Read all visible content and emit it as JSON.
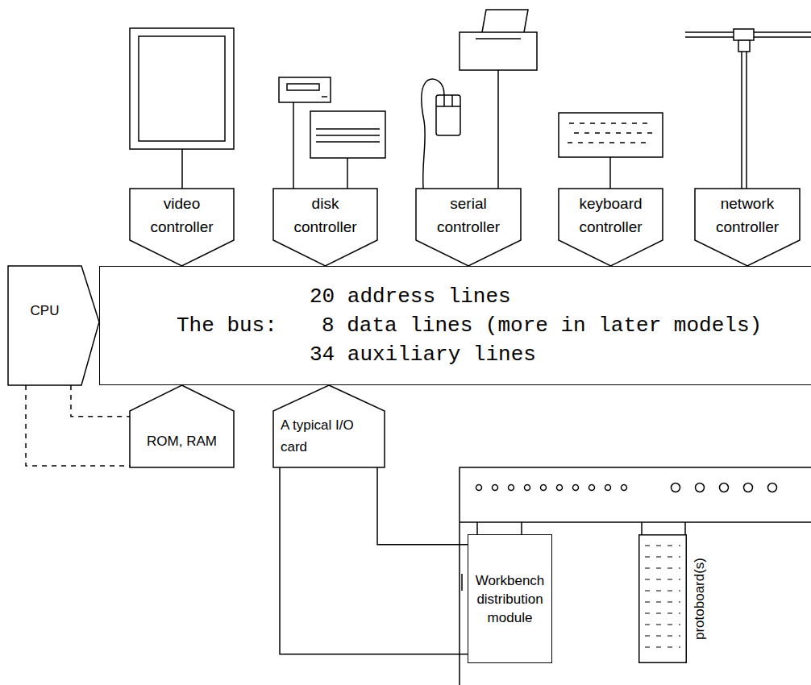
{
  "diagram": {
    "nodes": [
      {
        "text": [
          "video controller"
        ]
      },
      {
        "text": [
          "disk controller"
        ]
      },
      {
        "text": [
          "serial controller"
        ]
      },
      {
        "text": [
          "keyboard controller"
        ]
      },
      {
        "text": [
          "network controller"
        ]
      },
      {
        "text": [
          "CPU"
        ]
      },
      {
        "text": [
          "20 address lines",
          "The bus:",
          "8 data lines (more in later models)",
          "34 auxiliary lines"
        ]
      },
      {
        "text": [
          "ROM, RAM"
        ]
      },
      {
        "text": [
          "A typical I/O card"
        ]
      },
      {
        "text": [
          "Workbench distribution module"
        ]
      },
      {
        "text": [
          "protoboard(s)"
        ]
      }
    ],
    "edges": [
      {
        "from": 5,
        "to": 7,
        "arrow": "none"
      },
      {
        "from": 5,
        "to": 7,
        "arrow": "none"
      },
      {
        "from": 8,
        "to": 9,
        "arrow": "none"
      },
      {
        "from": 8,
        "to": 9,
        "arrow": "none"
      }
    ]
  }
}
